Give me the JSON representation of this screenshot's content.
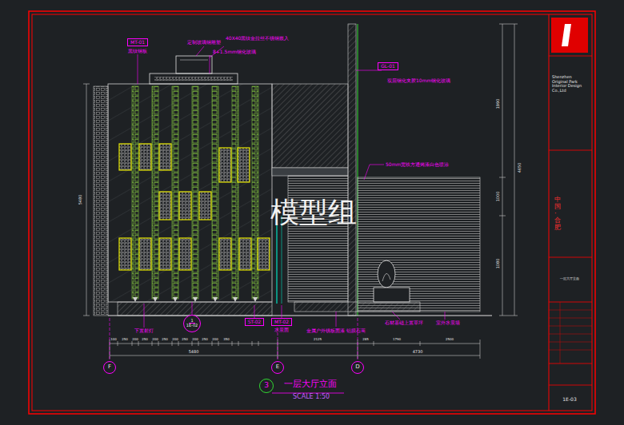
{
  "diagram": {
    "title": "一层大厅立面",
    "caption": "SCALE 1:50",
    "nodes": [
      {
        "text": [
          "MT-01"
        ]
      },
      {
        "text": [
          "GL-01"
        ]
      },
      {
        "text": [
          "1",
          "1E-02"
        ]
      },
      {
        "text": [
          "ST-02"
        ]
      },
      {
        "text": [
          "MT-02"
        ]
      },
      {
        "text": [
          "F"
        ]
      },
      {
        "text": [
          "E"
        ]
      },
      {
        "text": [
          "D"
        ]
      },
      {
        "text": [
          "3"
        ]
      }
    ],
    "labels": [
      "黑钛钢板",
      "定制玻璃钢雕塑",
      "40X40黑钛金拉丝不锈钢嵌入",
      "8+1.5mm钢化玻璃",
      "双层钢化夹胶10mm钢化玻璃",
      "50mm宽铁方通烤漆白色喷涂",
      "下置射灯",
      "水景面",
      "金属户外锈板面漆 铝膜石英",
      "石材基础上置草坪",
      "室外水景墙",
      "5480",
      "1990",
      "1000",
      "1080",
      "4650",
      "100",
      "250",
      "200",
      "250",
      "200",
      "250",
      "200",
      "250",
      "200",
      "250",
      "200",
      "350",
      "2125",
      "285",
      "1790",
      "2500",
      "5480",
      "4730",
      "模型组",
      "Shenzhen Original Park Interior Design Co.,Ltd",
      "中国·合肥",
      "一层大厅立面",
      "1E-03"
    ]
  }
}
